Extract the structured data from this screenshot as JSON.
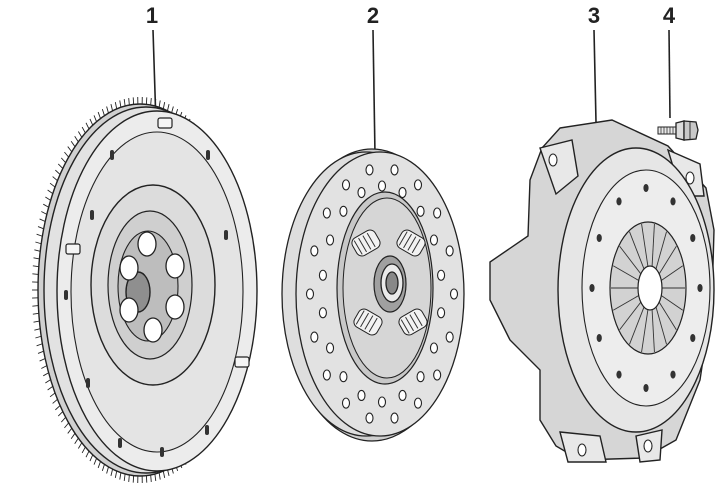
{
  "callouts": [
    "1",
    "2",
    "3",
    "4"
  ],
  "parts": [
    {
      "id": "1",
      "icon": "flywheel-icon"
    },
    {
      "id": "2",
      "icon": "clutch-disc-icon"
    },
    {
      "id": "3",
      "icon": "pressure-plate-icon"
    },
    {
      "id": "4",
      "icon": "bolt-icon"
    }
  ],
  "colors": {
    "line": "#222222",
    "fill": "#d8d8d8",
    "dark": "#a8a8a8",
    "light": "#ececec",
    "paper": "#ffffff"
  }
}
